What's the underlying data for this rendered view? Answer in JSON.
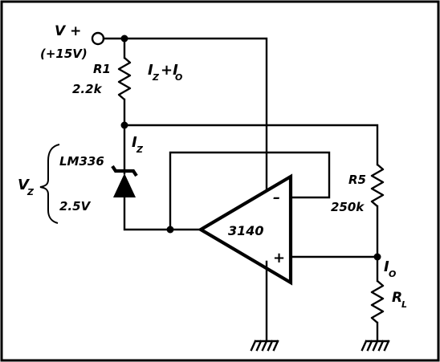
{
  "supply": {
    "label": "V +",
    "value": "(+15V)"
  },
  "r1": {
    "name": "R1",
    "value": "2.2k",
    "current_label": "I",
    "current_sub": "Z",
    "current_tail": "+I",
    "current_tail_sub": "O"
  },
  "zener": {
    "part": "LM336",
    "voltage": "2.5V",
    "current_label": "I",
    "current_sub": "Z"
  },
  "vz": {
    "label": "V",
    "sub": "Z"
  },
  "opamp": {
    "part": "3140",
    "minus": "–",
    "plus": "+"
  },
  "r5": {
    "name": "R5",
    "value": "250k"
  },
  "load": {
    "current_label": "I",
    "current_sub": "O",
    "resistor_label": "R",
    "resistor_sub": "L"
  },
  "border_color": "#000000"
}
